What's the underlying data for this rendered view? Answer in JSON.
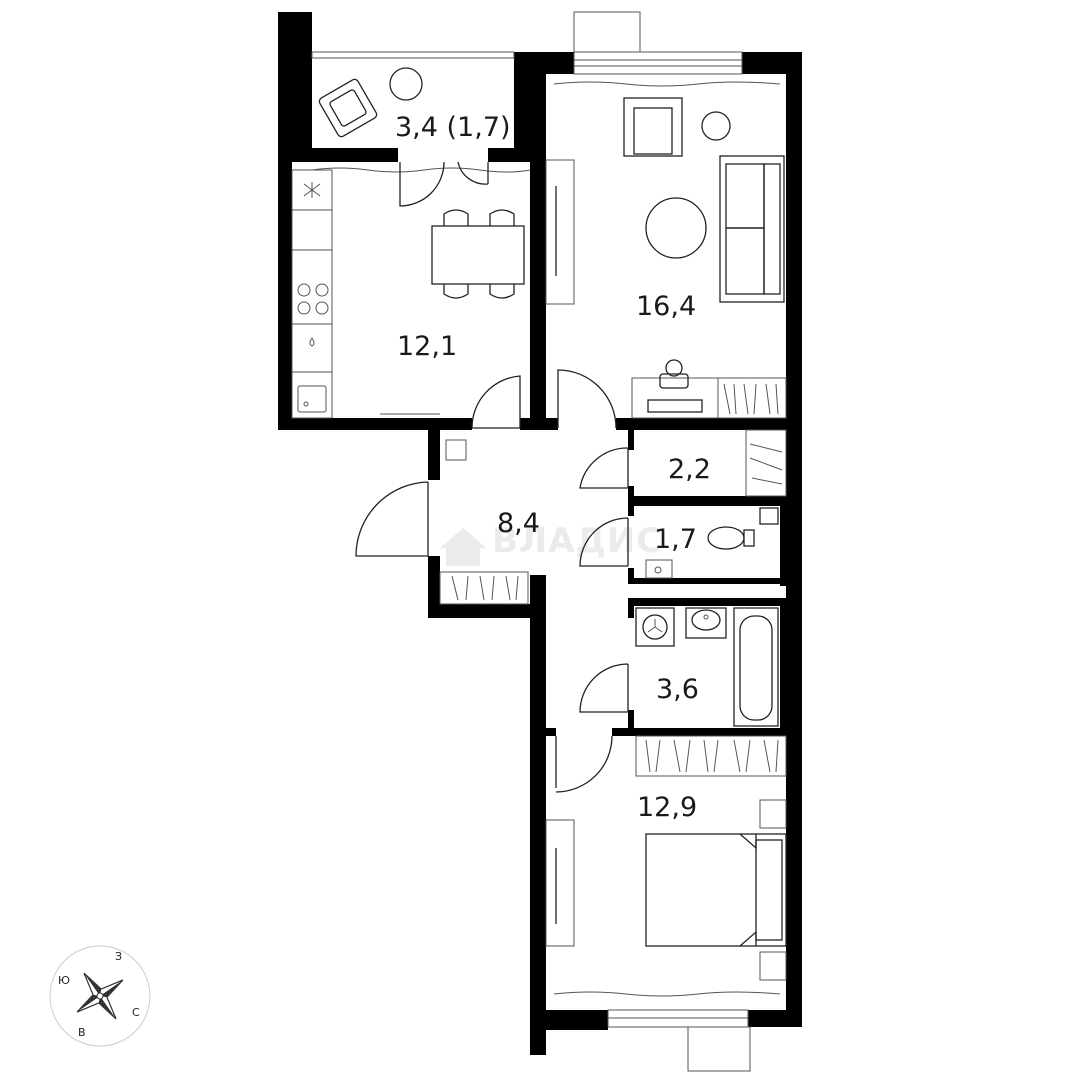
{
  "rooms": {
    "balcony": "3,4 (1,7)",
    "kitchen": "12,1",
    "living_room": "16,4",
    "hall": "8,4",
    "storage": "2,2",
    "toilet": "1,7",
    "bathroom": "3,6",
    "bedroom": "12,9"
  },
  "compass": {
    "north": "З",
    "west": "Ю",
    "south": "С",
    "east": "В"
  },
  "watermark": "ВЛАДИС",
  "colors": {
    "wall": "#000000",
    "line": "#222222",
    "watermark": "#ebebeb"
  }
}
